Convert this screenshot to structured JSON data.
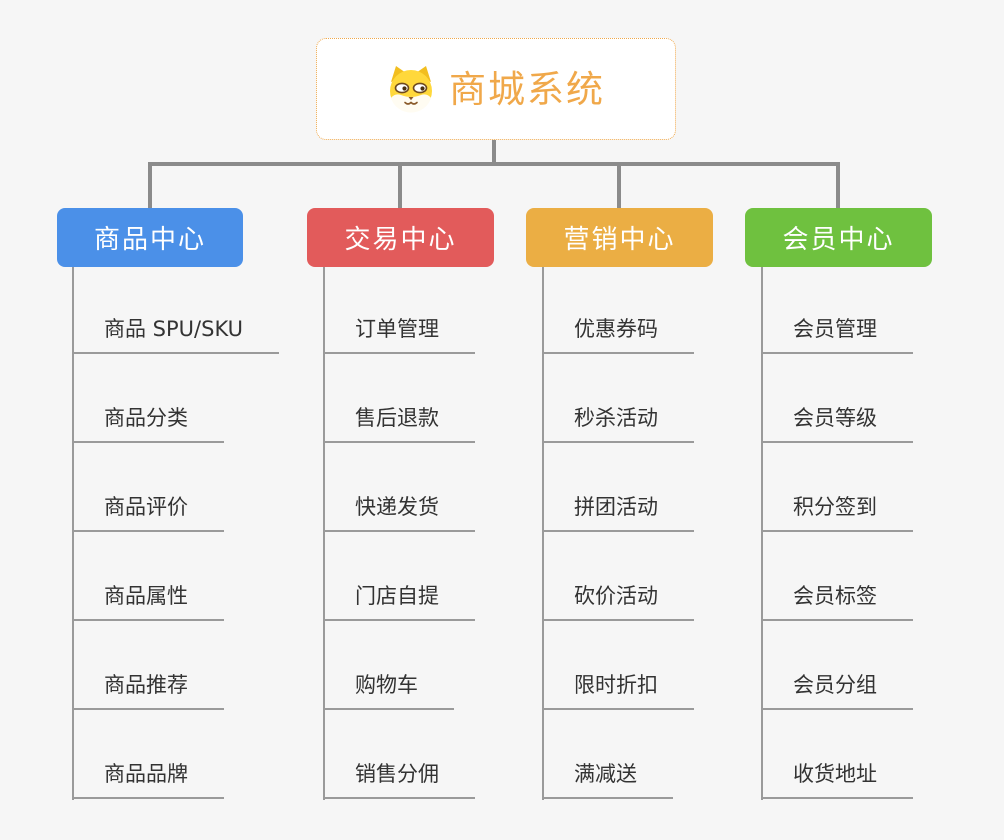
{
  "root": {
    "title": "商城系统",
    "icon": "dog-face-icon",
    "title_color": "#f0a84a",
    "border_color": "#efa94d"
  },
  "connector_color": "#8b8b8b",
  "subline_color": "#9a9a9a",
  "branches": [
    {
      "label": "商品中心",
      "color": "#4b90e8",
      "items": [
        "商品 SPU/SKU",
        "商品分类",
        "商品评价",
        "商品属性",
        "商品推荐",
        "商品品牌"
      ]
    },
    {
      "label": "交易中心",
      "color": "#e25b5b",
      "items": [
        "订单管理",
        "售后退款",
        "快递发货",
        "门店自提",
        "购物车",
        "销售分佣"
      ]
    },
    {
      "label": "营销中心",
      "color": "#ebae44",
      "items": [
        "优惠券码",
        "秒杀活动",
        "拼团活动",
        "砍价活动",
        "限时折扣",
        "满减送"
      ]
    },
    {
      "label": "会员中心",
      "color": "#6fc13f",
      "items": [
        "会员管理",
        "会员等级",
        "积分签到",
        "会员标签",
        "会员分组",
        "收货地址"
      ]
    }
  ]
}
